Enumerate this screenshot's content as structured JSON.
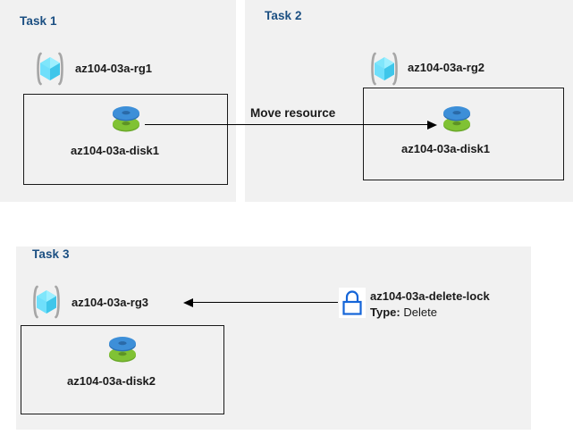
{
  "diagram": {
    "title": "Azure resource group tasks diagram",
    "background": "#ffffff",
    "panel_color": "#f1f1f1",
    "label_color": "#1b4f82",
    "text_color": "#1a1a1a"
  },
  "tasks": [
    {
      "id": "task1",
      "label": "Task 1",
      "resource_group": "az104-03a-rg1",
      "resource": "az104-03a-disk1"
    },
    {
      "id": "task2",
      "label": "Task 2",
      "resource_group": "az104-03a-rg2",
      "resource": "az104-03a-disk1"
    },
    {
      "id": "task3",
      "label": "Task 3",
      "resource_group": "az104-03a-rg3",
      "resource": "az104-03a-disk2"
    }
  ],
  "connectors": [
    {
      "id": "move-resource",
      "caption": "Move resource",
      "direction": "right"
    },
    {
      "id": "lock-applies-to-rg",
      "caption": "",
      "direction": "left"
    }
  ],
  "lock": {
    "name": "az104-03a-delete-lock",
    "type_label": "Type:",
    "type_value": "Delete"
  },
  "icons": {
    "resource_group": "resource-group-icon",
    "disk": "managed-disk-icon",
    "lock": "lock-icon",
    "cube_light": "#7fe6fb",
    "cube_mid": "#4fd3f5",
    "cube_dark": "#2aa8d8",
    "bracket": "#a6a6a6",
    "disk_blue": "#3c8fd6",
    "disk_green": "#7ab929",
    "lock_blue": "#1565d8"
  }
}
